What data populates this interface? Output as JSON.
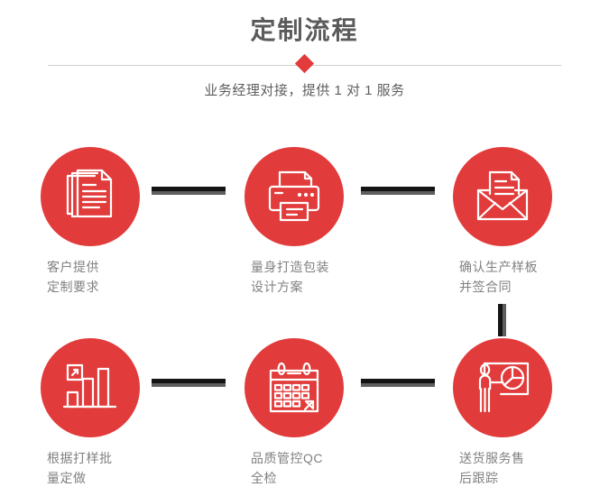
{
  "header": {
    "title": "定制流程",
    "subtitle": "业务经理对接，提供 1 对 1 服务",
    "divider_icon": "diamond-marker"
  },
  "theme": {
    "accent_red": "#e23b3b",
    "title_gray": "#5b5b5b",
    "label_gray": "#818181",
    "connector_dark": "#141414",
    "connector_gray": "#5f5f5f",
    "divider_line": "#cfcfcf",
    "background": "#ffffff"
  },
  "flow": {
    "steps": [
      {
        "index": "1",
        "icon": "documents-stack-icon",
        "label": "客户提供\n定制要求"
      },
      {
        "index": "2",
        "icon": "printer-icon",
        "label": "量身打造包装\n设计方案"
      },
      {
        "index": "3",
        "icon": "envelope-letter-icon",
        "label": "确认生产样板\n并签合同"
      },
      {
        "index": "4",
        "icon": "bar-chart-growth-icon",
        "label": "根据打样批\n量定做"
      },
      {
        "index": "5",
        "icon": "calendar-icon",
        "label": "品质管控QC\n全检"
      },
      {
        "index": "6",
        "icon": "presenter-pie-chart-icon",
        "label": "送货服务售\n后跟踪"
      }
    ],
    "connectors": [
      {
        "name": "connector-step1-to-step2",
        "orientation": "horizontal"
      },
      {
        "name": "connector-step2-to-step3",
        "orientation": "horizontal"
      },
      {
        "name": "connector-step3-to-step6",
        "orientation": "vertical"
      },
      {
        "name": "connector-step4-to-step5",
        "orientation": "horizontal"
      },
      {
        "name": "connector-step5-to-step6",
        "orientation": "horizontal"
      }
    ]
  }
}
